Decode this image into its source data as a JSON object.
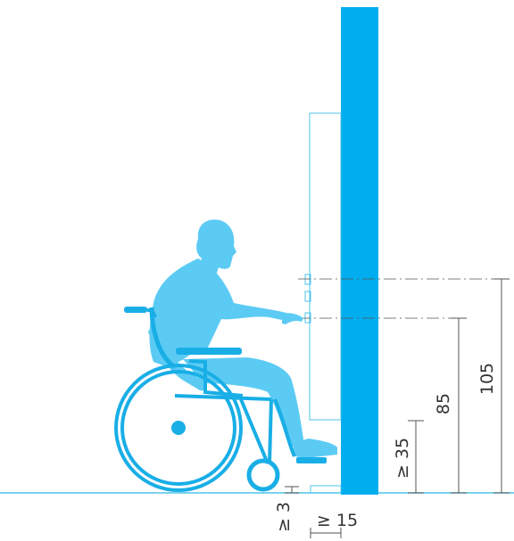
{
  "colors": {
    "wall": "#00aeef",
    "person": "#5ccbf4",
    "wheelchair": "#19aee6",
    "floor": "#4fc3ea",
    "line": "#555555",
    "text": "#333333"
  },
  "dimensions": {
    "upper_control_height": "105",
    "lower_control_height": "85",
    "knee_clearance_height": "≥ 35",
    "toe_recess_height": "≥ 3",
    "toe_recess_depth": "≥ 15"
  }
}
